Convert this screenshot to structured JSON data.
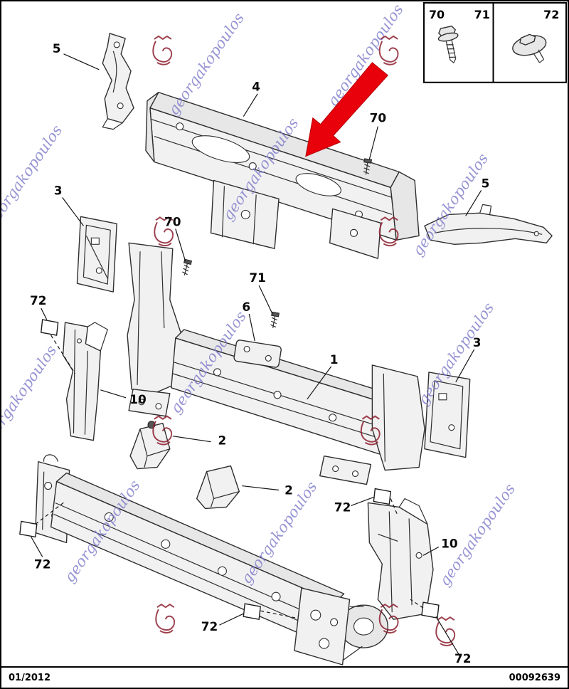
{
  "page": {
    "background": "#ffffff",
    "border_color": "#000000"
  },
  "footer": {
    "date": "01/2012",
    "code": "00092639"
  },
  "watermark": {
    "text": "georgakopoulos",
    "color": "#7d7bca"
  },
  "arrow": {
    "color": "#e8000b"
  },
  "inset": {
    "label_70": "70",
    "label_71": "71",
    "label_72": "72"
  },
  "callouts": {
    "c5_top_left": "5",
    "c4": "4",
    "c70_right": "70",
    "c70_mid": "70",
    "c3_left": "3",
    "c5_right": "5",
    "c72_upper_left": "72",
    "c71": "71",
    "c6": "6",
    "c1": "1",
    "c3_right": "3",
    "c10_left": "10",
    "c2_upper": "2",
    "c2_lower": "2",
    "c72_mid_right": "72",
    "c10_right": "10",
    "c72_lower_left": "72",
    "c72_bottom_center": "72",
    "c72_bottom_right": "72"
  }
}
